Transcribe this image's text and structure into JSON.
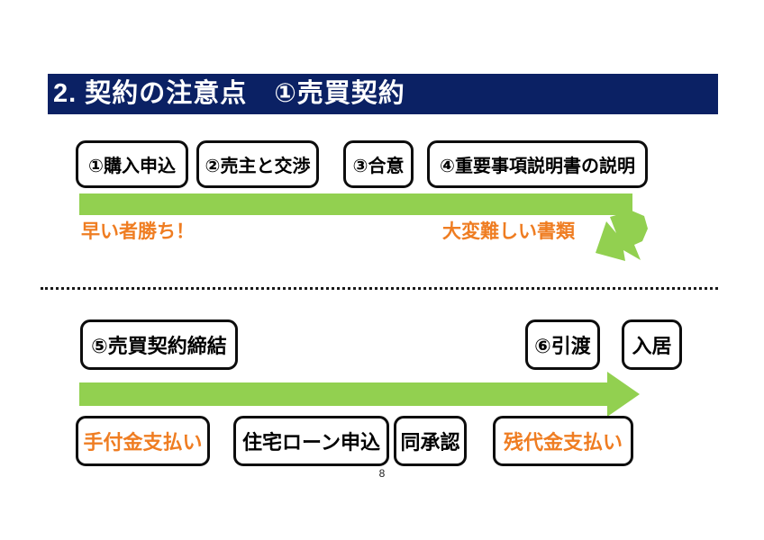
{
  "slide": {
    "title": "2. 契約の注意点　①売買契約",
    "page_number": "8"
  },
  "colors": {
    "title_navy": "#0b2164",
    "arrow_green": "#92d050",
    "highlight_orange": "#ef7d22",
    "box_border_black": "#0d0d0d"
  },
  "phase1": {
    "steps": [
      "①購入申込",
      "②売主と交渉",
      "③合意",
      "④重要事項説明書の説明"
    ],
    "note_left": "早い者勝ち！",
    "note_right": "大変難しい書類"
  },
  "phase2": {
    "steps": [
      "⑤売買契約締結",
      "⑥引渡",
      "入居"
    ],
    "payments": [
      "手付金支払い",
      "住宅ローン申込",
      "同承認",
      "残代金支払い"
    ]
  }
}
